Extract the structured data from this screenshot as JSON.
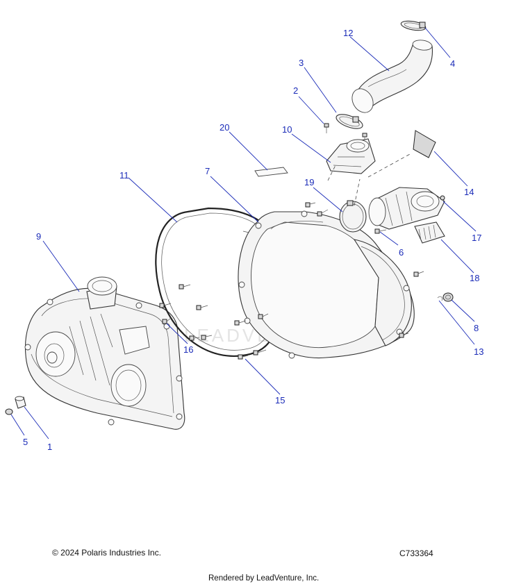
{
  "footer": {
    "copyright": "© 2024 Polaris Industries Inc.",
    "diagram_code": "C733364",
    "rendered_by": "Rendered by LeadVenture, Inc."
  },
  "watermark": {
    "text": "LEADVENTURE"
  },
  "callouts": {
    "c1": "1",
    "c2": "2",
    "c3": "3",
    "c4": "4",
    "c5": "5",
    "c6": "6",
    "c7": "7",
    "c8": "8",
    "c9": "9",
    "c10": "10",
    "c11": "11",
    "c12": "12",
    "c13": "13",
    "c14": "14",
    "c15": "15",
    "c16": "16",
    "c17": "17",
    "c18": "18",
    "c19": "19",
    "c20": "20"
  },
  "colors": {
    "callout": "#1a2bb8",
    "line": "#333333"
  }
}
